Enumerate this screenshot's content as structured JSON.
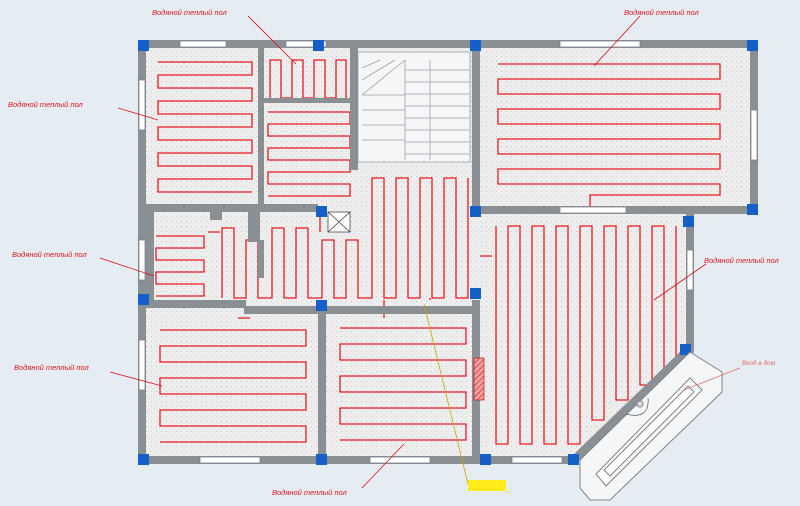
{
  "labels": {
    "top_left": "Водяной теплый пол",
    "top_right": "Водяной теплый пол",
    "left_upper": "Водяной теплый пол",
    "left_middle": "Водяной теплый пол",
    "left_lower": "Водяной теплый пол",
    "right_middle": "Водяной теплый пол",
    "bottom_center": "Водяной теплый пол",
    "entrance": "Вход в дом"
  },
  "colors": {
    "heating_pipe": "#e81b23",
    "wall": "#8a8f94",
    "column": "#1560c8",
    "floor_fill": "#ececec",
    "label": "#d8141e",
    "manifold": "#ffeb1a"
  }
}
